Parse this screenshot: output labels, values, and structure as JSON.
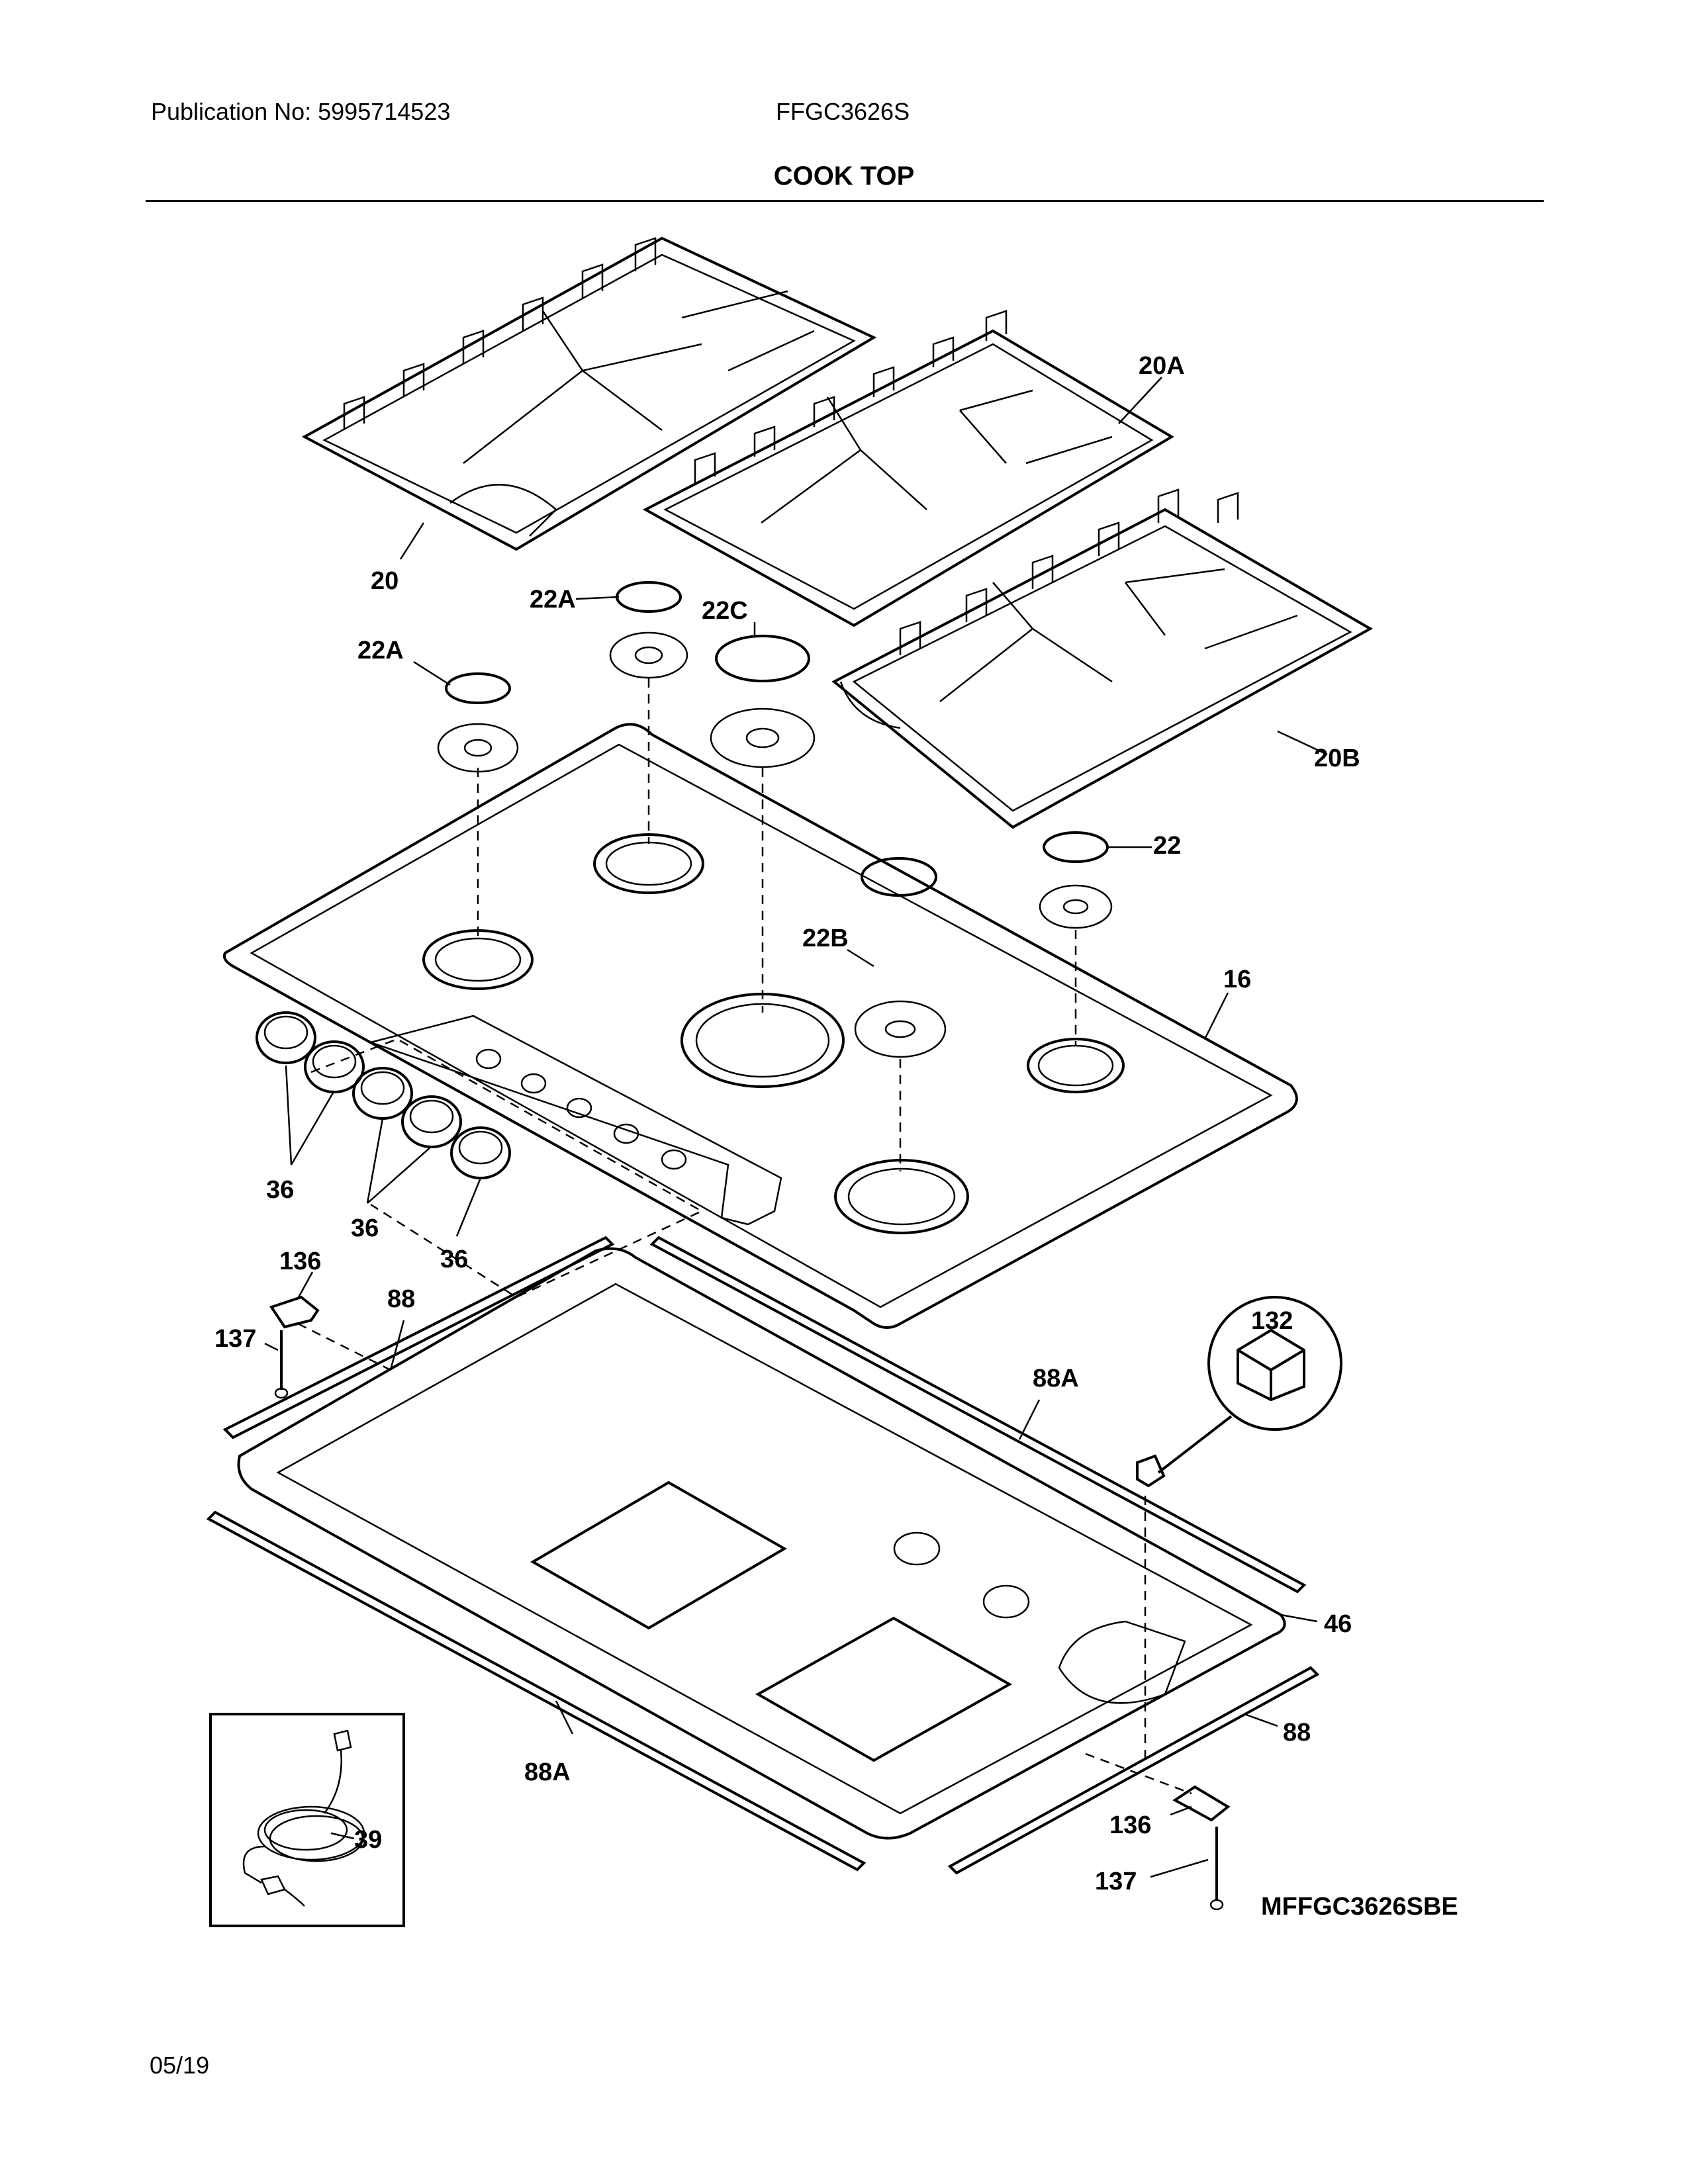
{
  "header": {
    "publication": "Publication No: 5995714523",
    "model": "FFGC3626S",
    "title": "COOK TOP"
  },
  "footer": {
    "date": "05/19"
  },
  "diagram": {
    "code": "MFFGC3626SBE",
    "callouts": {
      "c20": "20",
      "c20A": "20A",
      "c20B": "20B",
      "c22": "22",
      "c22A_1": "22A",
      "c22A_2": "22A",
      "c22B": "22B",
      "c22C": "22C",
      "c16": "16",
      "c36_1": "36",
      "c36_2": "36",
      "c36_3": "36",
      "c136_1": "136",
      "c136_2": "136",
      "c137_1": "137",
      "c137_2": "137",
      "c88_1": "88",
      "c88_2": "88",
      "c88A_1": "88A",
      "c88A_2": "88A",
      "c46": "46",
      "c132": "132",
      "c39": "39"
    }
  }
}
